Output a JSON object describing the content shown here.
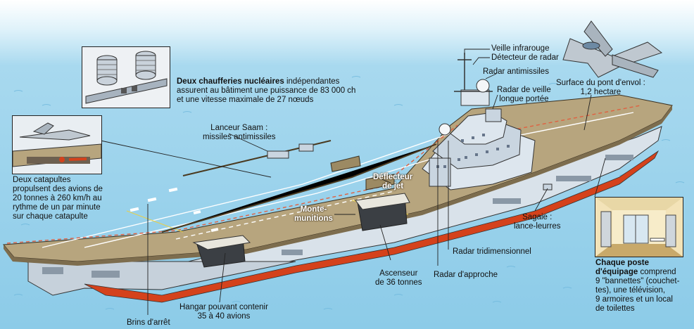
{
  "labels": {
    "veille_infrarouge": "Veille infrarouge",
    "detecteur_radar": "Détecteur de radar",
    "radar_antimissiles": "Radar antimissiles",
    "radar_veille_l1": "Radar de veille",
    "radar_veille_l2": "longue portée",
    "surface_l1": "Surface du pont d'envol :",
    "surface_l2": "1,2 hectare",
    "chaufferies_bold": "Deux chaufferies nucléaires",
    "chaufferies_l1": " indépendantes",
    "chaufferies_l2": "assurent au bâtiment une puissance de 83 000 ch",
    "chaufferies_l3": "et une vitesse maximale de 27 nœuds",
    "saam_l1": "Lanceur Saam :",
    "saam_l2": "missiles antimissiles",
    "catapultes_l1": "Deux catapultes",
    "catapultes_l2": "propulsent des avions de",
    "catapultes_l3": "20 tonnes à 260 km/h au",
    "catapultes_l4": "rythme de un par minute",
    "catapultes_l5": "sur chaque catapulte",
    "deflecteur_l1": "Déflecteur",
    "deflecteur_l2": "de jet",
    "monte_l1": "Monte-",
    "monte_l2": "munitions",
    "sagaie_l1": "Sagaie :",
    "sagaie_l2": "lance-leurres",
    "radar_tri": "Radar tridimensionnel",
    "radar_approche": "Radar d'approche",
    "ascenseur_l1": "Ascenseur",
    "ascenseur_l2": "de 36 tonnes",
    "hangar_l1": "Hangar pouvant contenir",
    "hangar_l2": "35 à 40 avions",
    "brins": "Brins d'arrêt",
    "poste_bold1": "Chaque poste",
    "poste_bold2": "d'équipage",
    "poste_l2": " comprend",
    "poste_l3": "9 \"bannettes\" (couchet-",
    "poste_l4": "tes), une télévision,",
    "poste_l5": "9 armoires et un local",
    "poste_l6": "de toilettes"
  },
  "colors": {
    "sea": "#a8d9ef",
    "deck": "#b7a57e",
    "hull": "#d9e2ea",
    "waterline": "#d4421c",
    "marking": "#ffffff"
  }
}
